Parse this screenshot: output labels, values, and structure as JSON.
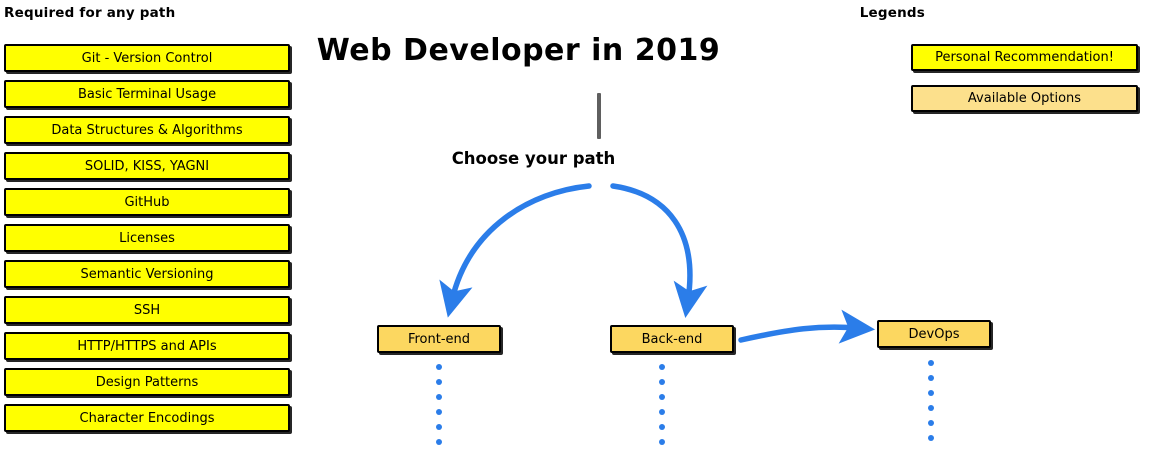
{
  "colors": {
    "recommendation_fill": "#FFFF00",
    "option_fill": "#FCE08C",
    "path_fill": "#FCD760",
    "arrow_blue": "#2B7DE9",
    "stem_gray": "#5F5F5F",
    "outline": "#000000",
    "background": "#FFFFFF"
  },
  "required": {
    "title": "Required for any path",
    "items": [
      {
        "label": "Git - Version Control"
      },
      {
        "label": "Basic Terminal Usage"
      },
      {
        "label": "Data Structures & Algorithms"
      },
      {
        "label": "SOLID, KISS, YAGNI"
      },
      {
        "label": "GitHub"
      },
      {
        "label": "Licenses"
      },
      {
        "label": "Semantic Versioning"
      },
      {
        "label": "SSH"
      },
      {
        "label": "HTTP/HTTPS and APIs"
      },
      {
        "label": "Design Patterns"
      },
      {
        "label": "Character Encodings"
      }
    ]
  },
  "center": {
    "title": "Web Developer in 2019",
    "choose_label": "Choose your path",
    "paths": [
      {
        "label": "Front-end"
      },
      {
        "label": "Back-end"
      },
      {
        "label": "DevOps"
      }
    ]
  },
  "legends": {
    "title": "Legends",
    "items": [
      {
        "label": "Personal Recommendation!",
        "style": "yellow"
      },
      {
        "label": "Available Options",
        "style": "peach"
      }
    ]
  }
}
